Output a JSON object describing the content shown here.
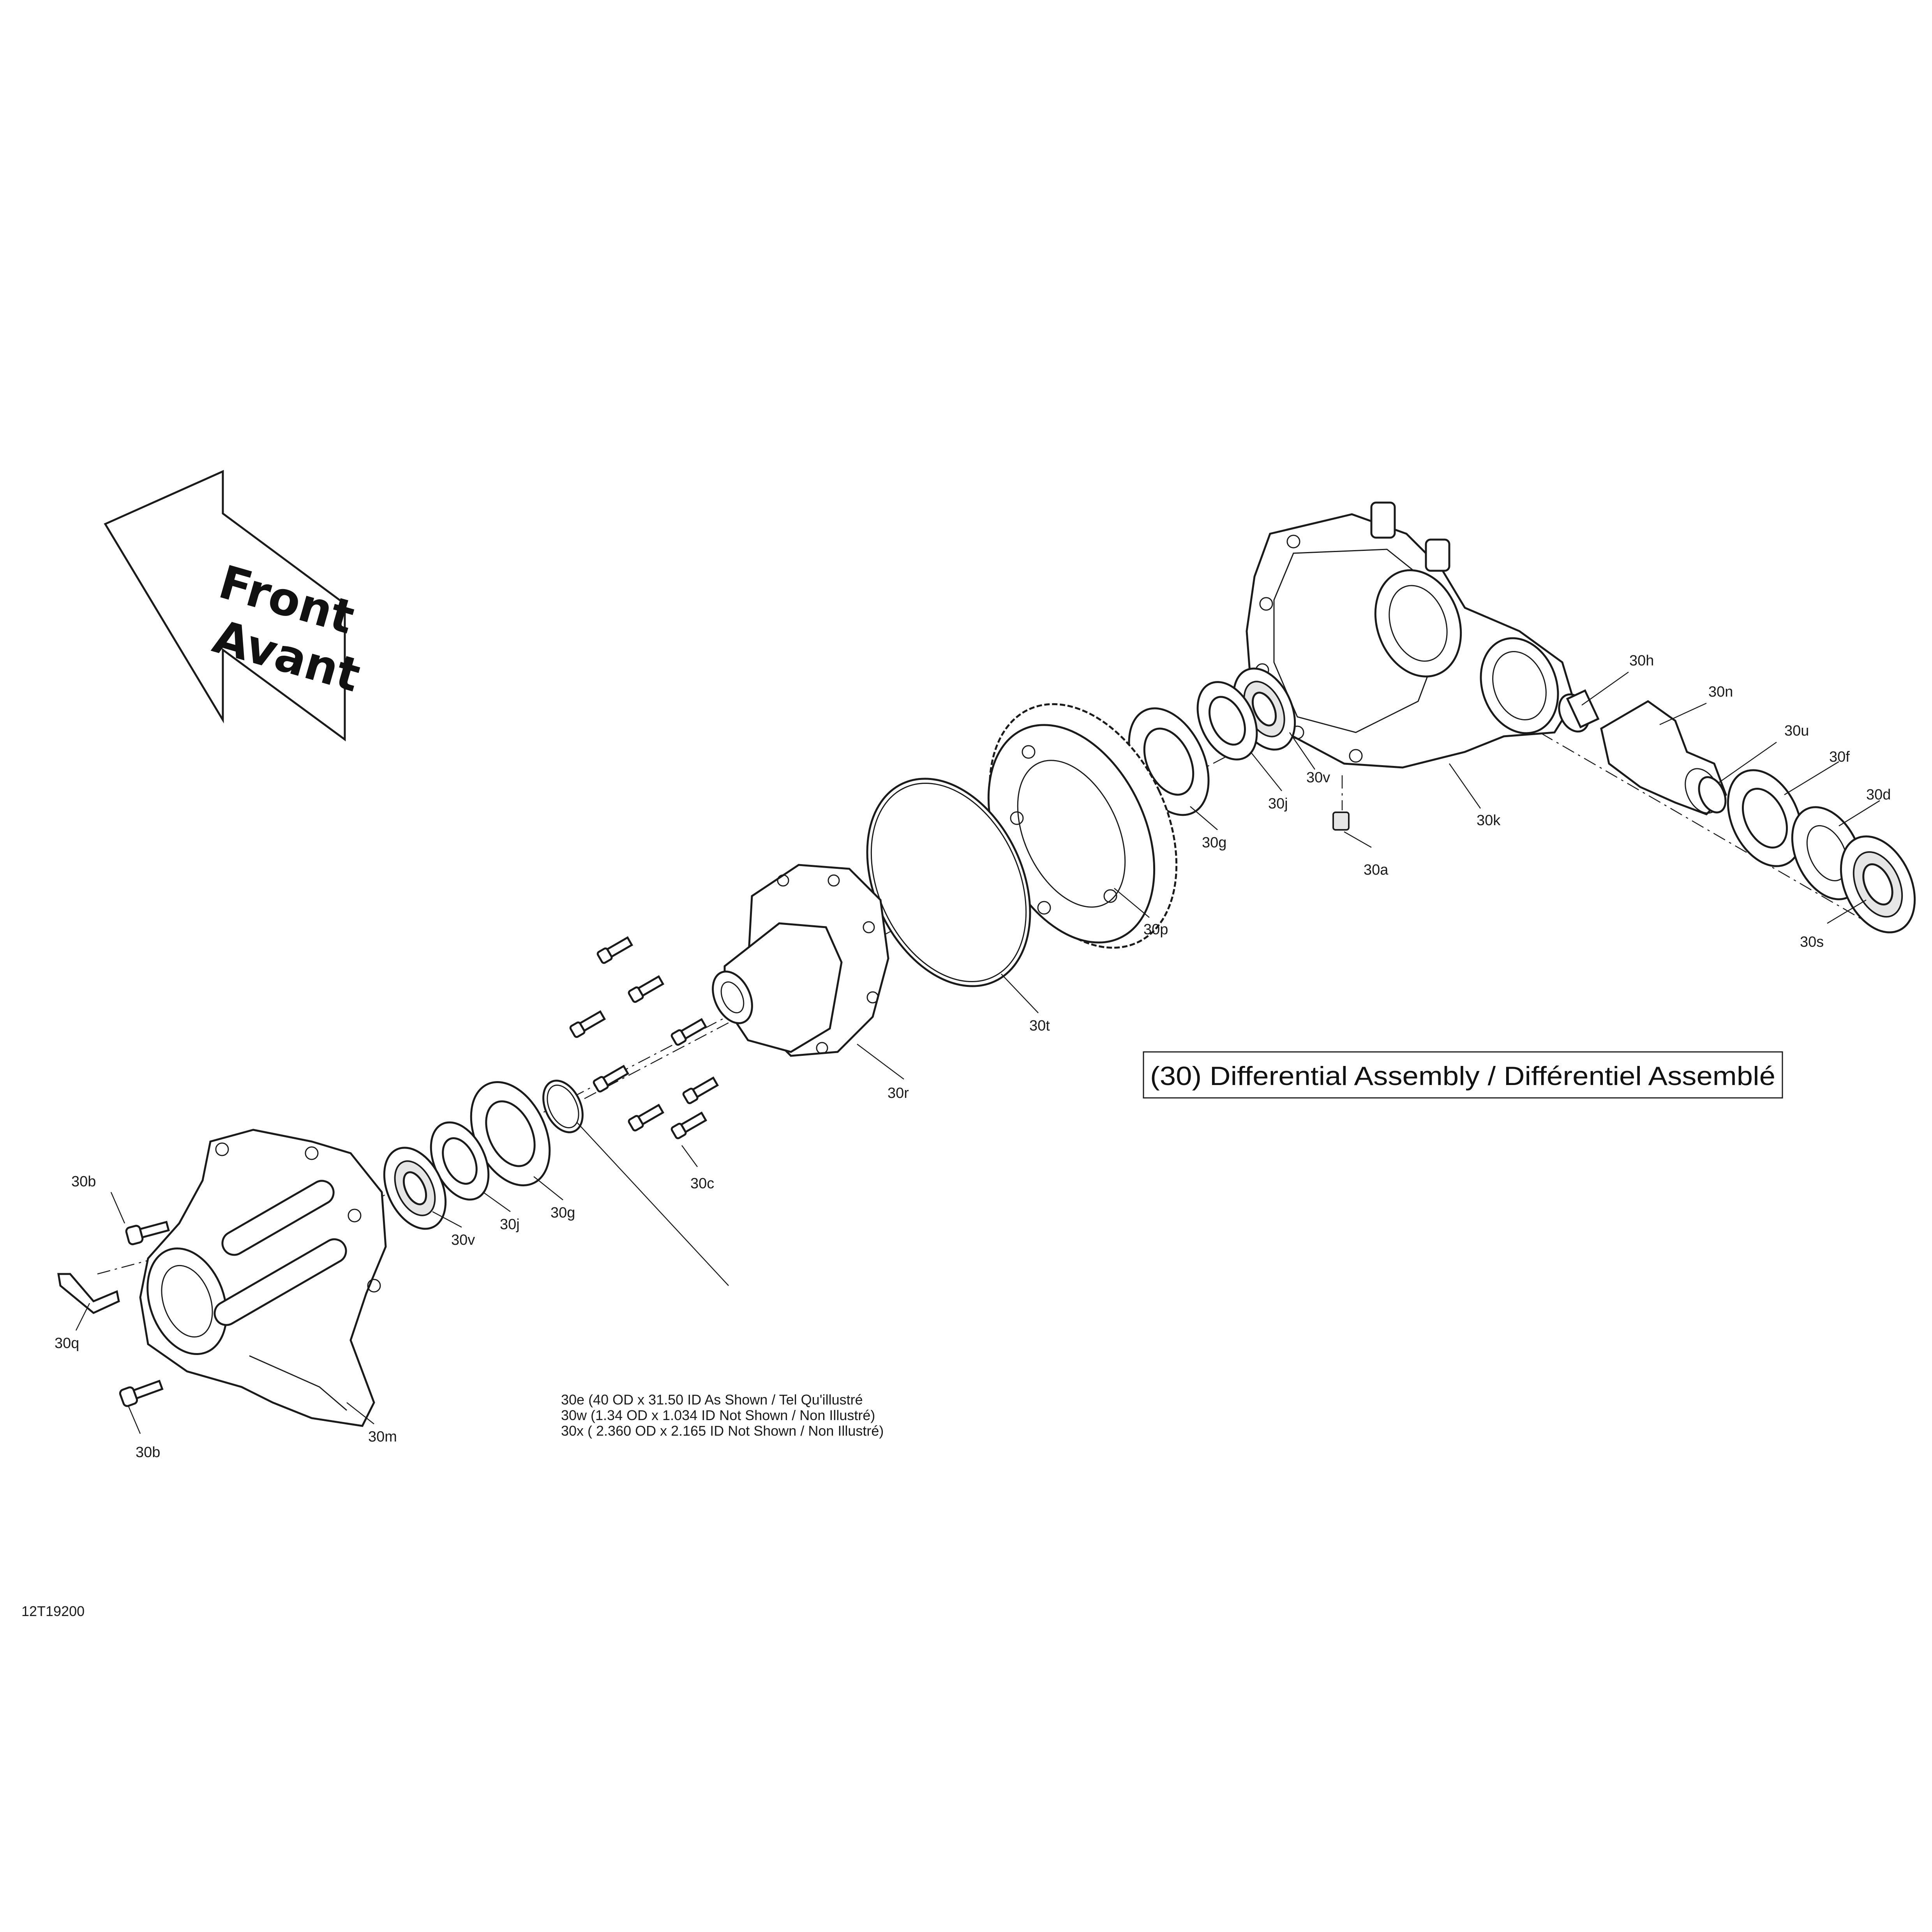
{
  "diagram": {
    "title": "(30) Differential Assembly / Différentiel Assemblé",
    "figure_code": "12T19200",
    "direction_arrow": {
      "line1": "Front",
      "line2": "Avant"
    },
    "notes": [
      "30e (40 OD x 31.50 ID As Shown / Tel Qu'illustré",
      "30w (1.34 OD x 1.034 ID Not Shown / Non Illustré)",
      "30x ( 2.360 OD x 2.165 ID Not Shown / Non Illustré)"
    ],
    "labels": {
      "30h": "30h",
      "30n": "30n",
      "30u": "30u",
      "30f": "30f",
      "30d": "30d",
      "30s": "30s",
      "30k": "30k",
      "30a": "30a",
      "30v_upper": "30v",
      "30j_upper": "30j",
      "30g_upper": "30g",
      "30p": "30p",
      "30t": "30t",
      "30r": "30r",
      "30c": "30c",
      "30g_lower": "30g",
      "30j_lower": "30j",
      "30v_lower": "30v",
      "30b_upper": "30b",
      "30q": "30q",
      "30b_lower": "30b",
      "30m": "30m"
    }
  }
}
